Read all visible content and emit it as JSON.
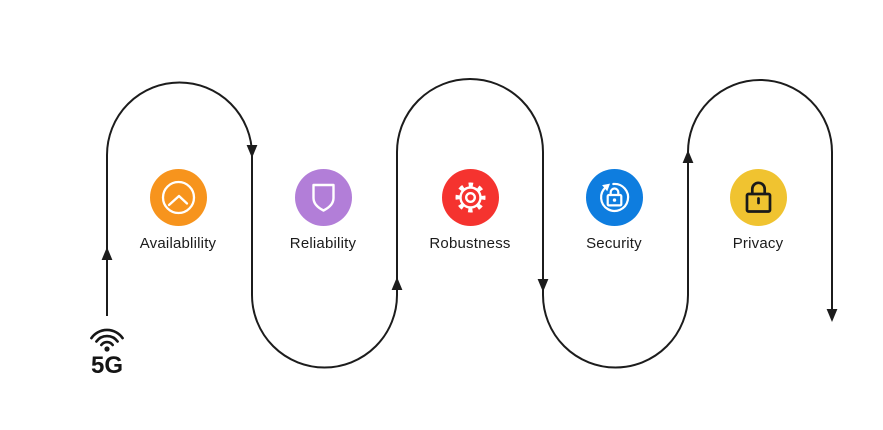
{
  "background": "#ffffff",
  "line_color": "#1c1c1c",
  "source": {
    "label": "5G",
    "icon": "wifi-icon"
  },
  "stations": [
    {
      "label": "Availablility",
      "icon": "gauge-icon",
      "color": "#F7941D",
      "glyph_color": "#ffffff"
    },
    {
      "label": "Reliability",
      "icon": "shield-icon",
      "color": "#B27ED8",
      "glyph_color": "#ffffff"
    },
    {
      "label": "Robustness",
      "icon": "gear-icon",
      "color": "#F5332F",
      "glyph_color": "#ffffff"
    },
    {
      "label": "Security",
      "icon": "rotating-lock-icon",
      "color": "#0E7DDF",
      "glyph_color": "#ffffff"
    },
    {
      "label": "Privacy",
      "icon": "padlock-icon",
      "color": "#F0C330",
      "glyph_color": "#1a1a1a"
    }
  ]
}
